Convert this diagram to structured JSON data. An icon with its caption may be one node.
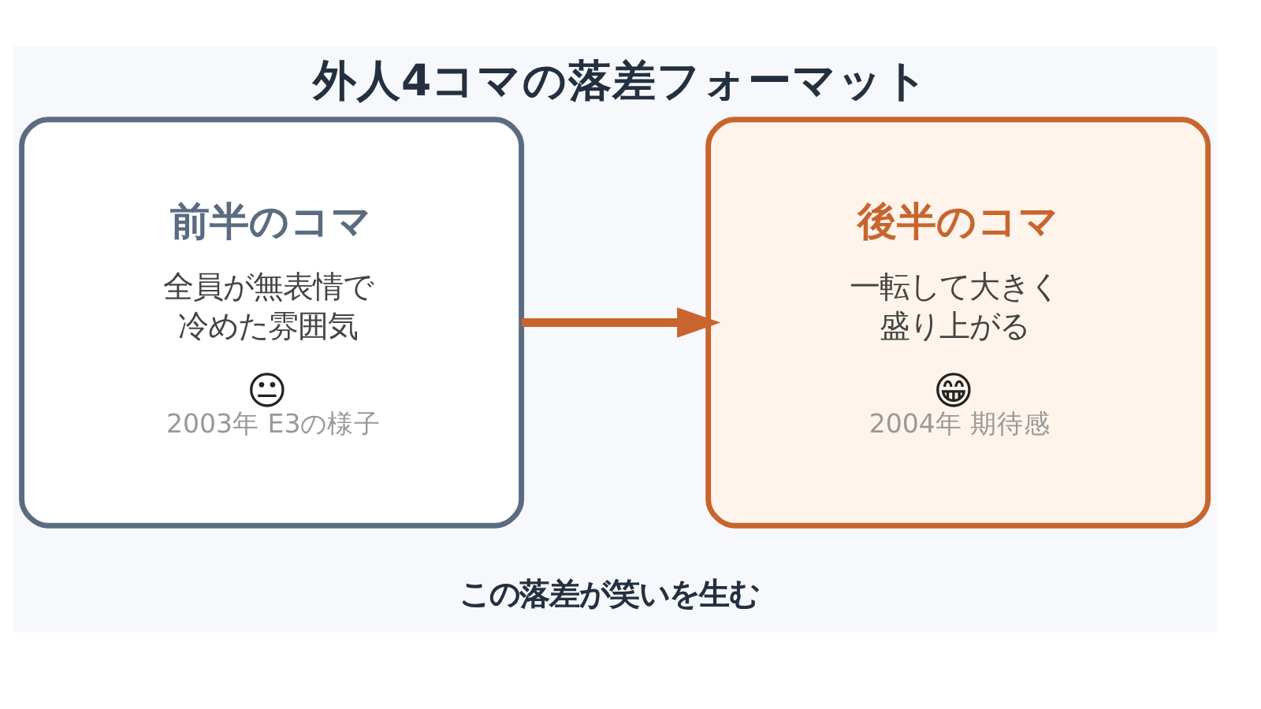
{
  "diagram": {
    "title": "外人4コマの落差フォーマット",
    "nodes": [
      {
        "text": [
          "前半のコマ",
          "全員が無表情で冷めた雰囲気",
          "😐",
          "2003年 E3の様子"
        ]
      },
      {
        "text": [
          "後半のコマ",
          "一転して大きく盛り上がる",
          "😁",
          "2004年 期待感"
        ]
      }
    ],
    "edges": [
      {
        "from": 0,
        "to": 1,
        "arrow": "to",
        "color": "#c8652f"
      }
    ],
    "labels": [
      "この落差が笑いを生む"
    ]
  }
}
